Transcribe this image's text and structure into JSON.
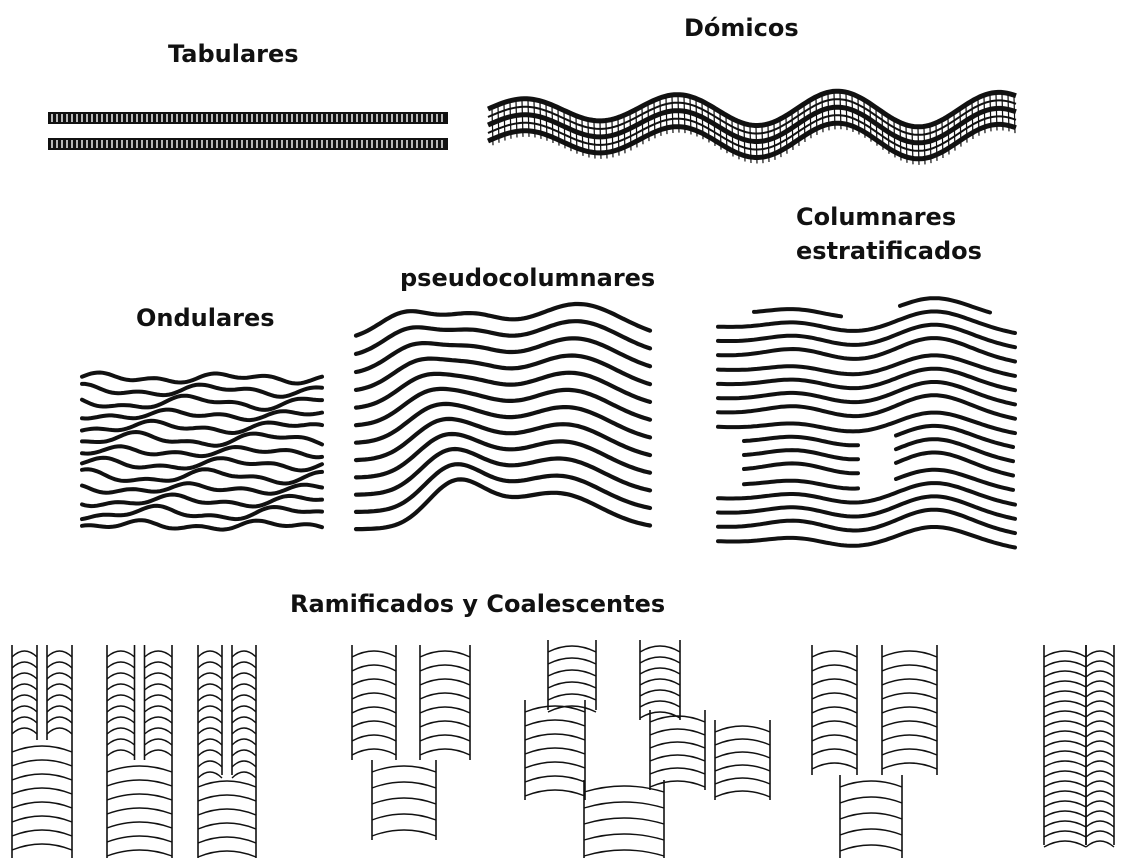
{
  "labels": {
    "tabulares": "Tabulares",
    "domicos": "Dómicos",
    "columnares_line1": "Columnares",
    "columnares_line2": "estratificados",
    "pseudocolumnares": "pseudocolumnares",
    "ondulares": "Ondulares",
    "ramificados": "Ramificados y Coalescentes"
  },
  "colors": {
    "ink": "#111111",
    "background": "#ffffff"
  }
}
